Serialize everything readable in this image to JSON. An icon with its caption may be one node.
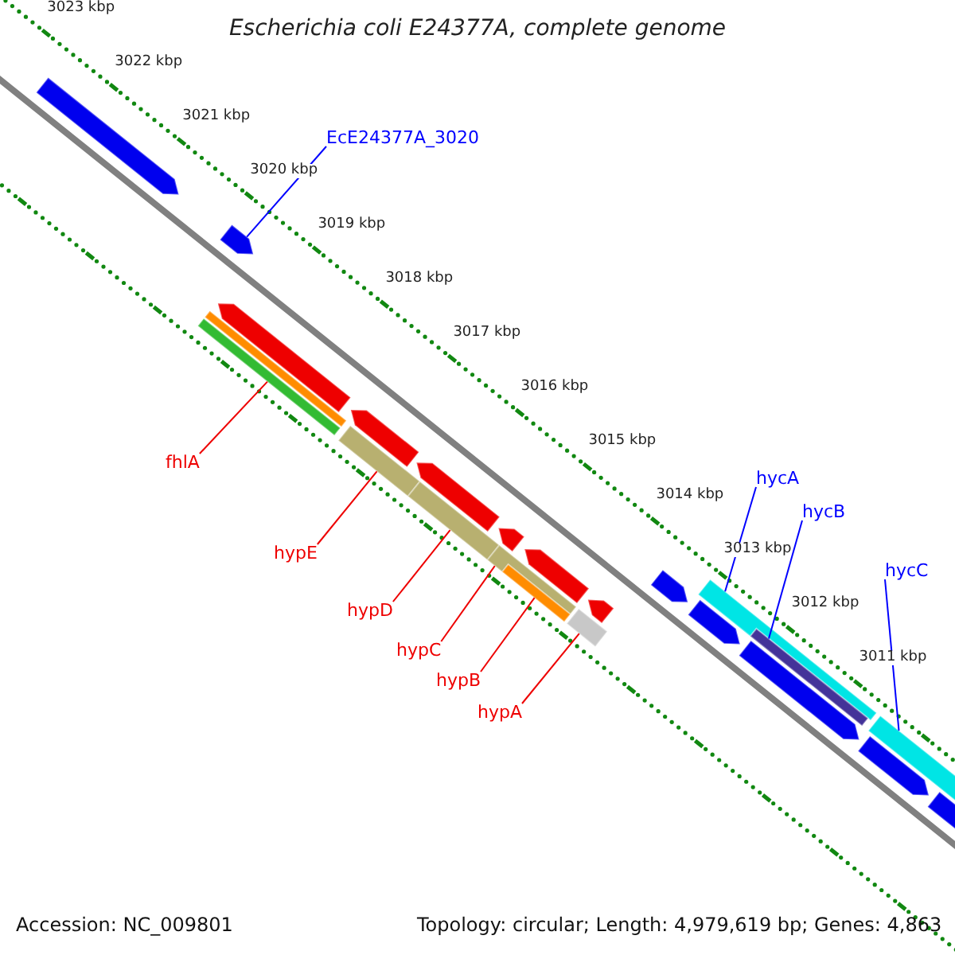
{
  "diagram": {
    "title": "Escherichia coli E24377A, complete genome",
    "nodes": [
      {
        "text": [
          "EcE24377A_3020"
        ]
      },
      {
        "text": [
          "hycA"
        ]
      },
      {
        "text": [
          "hycB"
        ]
      },
      {
        "text": [
          "hycC"
        ]
      },
      {
        "text": [
          "fhlA"
        ]
      },
      {
        "text": [
          "hypE"
        ]
      },
      {
        "text": [
          "hypD"
        ]
      },
      {
        "text": [
          "hypC"
        ]
      },
      {
        "text": [
          "hypB"
        ]
      },
      {
        "text": [
          "hypA"
        ]
      },
      {
        "text": [],
        "shape": "arrow"
      },
      {
        "text": [],
        "shape": "bar"
      },
      {
        "text": [],
        "shape": "bar"
      },
      {
        "text": [],
        "shape": "bar"
      },
      {
        "text": [],
        "shape": "bar"
      },
      {
        "text": [],
        "shape": "bar"
      },
      {
        "text": [],
        "shape": "bar"
      },
      {
        "text": [],
        "shape": "bar"
      },
      {
        "text": [],
        "shape": "bar"
      },
      {
        "text": [],
        "shape": "bar"
      },
      {
        "text": [],
        "shape": "arrow"
      },
      {
        "text": [],
        "shape": "arrow"
      },
      {
        "text": [],
        "shape": "bar"
      },
      {
        "text": [],
        "shape": "arrow"
      },
      {
        "text": [],
        "shape": "arrow"
      },
      {
        "text": [],
        "shape": "arrow"
      },
      {
        "text": [],
        "shape": "arrow"
      },
      {
        "text": [],
        "shape": "arrow"
      },
      {
        "text": [],
        "shape": "arrow"
      },
      {
        "text": [],
        "shape": "arrow"
      },
      {
        "text": [],
        "shape": "arrow"
      },
      {
        "text": [],
        "shape": "arrow"
      },
      {
        "text": [],
        "shape": "arrow"
      }
    ],
    "edges": [
      {
        "from": 0,
        "to": 10,
        "arrow": "none",
        "color": "#0000ff"
      },
      {
        "from": 1,
        "to": 11,
        "arrow": "none",
        "color": "#0000ff"
      },
      {
        "from": 2,
        "to": 12,
        "arrow": "none",
        "color": "#0000ff"
      },
      {
        "from": 3,
        "to": 13,
        "arrow": "none",
        "color": "#0000ff"
      },
      {
        "from": 4,
        "to": 14,
        "arrow": "none"
      },
      {
        "from": 5,
        "to": 15,
        "arrow": "none"
      },
      {
        "from": 6,
        "to": 16,
        "arrow": "none"
      },
      {
        "from": 7,
        "to": 17,
        "arrow": "none"
      },
      {
        "from": 8,
        "to": 18,
        "arrow": "none"
      },
      {
        "from": 9,
        "to": 19,
        "arrow": "none"
      }
    ],
    "labels": [
      "3023 kbp",
      "3022 kbp",
      "3021 kbp",
      "3020 kbp",
      "3019 kbp",
      "3018 kbp",
      "3017 kbp",
      "3016 kbp",
      "3015 kbp",
      "3014 kbp",
      "3013 kbp",
      "3012 kbp",
      "3011 kbp",
      "Accession: NC_009801",
      "Topology: circular; Length: 4,979,619 bp; Genes: 4,863"
    ]
  }
}
